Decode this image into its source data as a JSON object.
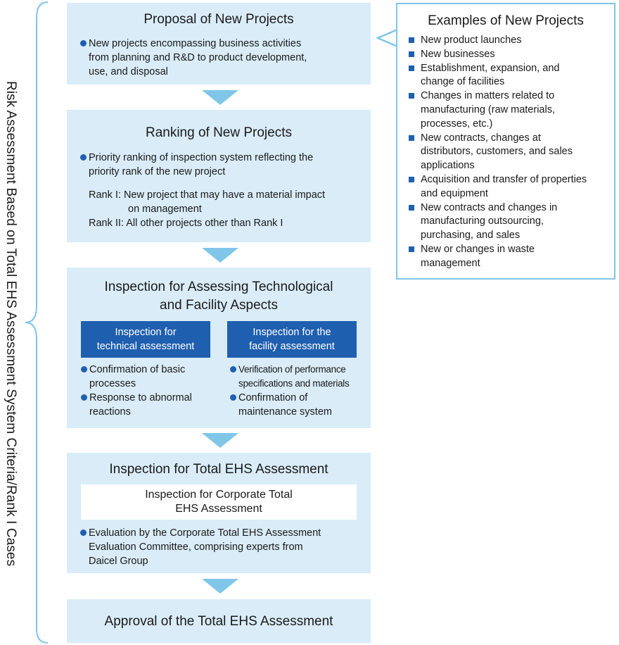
{
  "side_label": "Risk Assessment Based on Total EHS Assessment System Criteria/Rank I Cases",
  "proposal": {
    "title": "Proposal of New Projects",
    "bullet_lines": [
      "New projects encompassing business activities",
      "from planning and R&D to product development,",
      "use, and disposal"
    ]
  },
  "ranking": {
    "title": "Ranking of New Projects",
    "bullet_lines": [
      "Priority ranking of inspection system reflecting the",
      "priority rank of the new project"
    ],
    "rank1_lines": [
      "Rank I: New project that may have a material impact",
      "on management"
    ],
    "rank2": "Rank II: All other projects other than Rank I"
  },
  "inspection_tech": {
    "title_lines": [
      "Inspection for Assessing Technological",
      "and Facility Aspects"
    ],
    "technical": {
      "heading_lines": [
        "Inspection for",
        "technical assessment"
      ],
      "bullets": [
        [
          "Confirmation of basic",
          "processes"
        ],
        [
          "Response to abnormal",
          "reactions"
        ]
      ]
    },
    "facility": {
      "heading_lines": [
        "Inspection for the",
        "facility assessment"
      ],
      "bullets": [
        [
          "Verification of performance",
          "specifications and materials"
        ],
        [
          "Confirmation of",
          "maintenance system"
        ]
      ]
    }
  },
  "inspection_ehs": {
    "title": "Inspection for Total EHS Assessment",
    "corporate_lines": [
      "Inspection for Corporate Total",
      "EHS Assessment"
    ],
    "bullet_lines": [
      "Evaluation by the Corporate Total EHS Assessment",
      "Evaluation Committee, comprising experts from",
      "Daicel Group"
    ]
  },
  "approval": {
    "title": "Approval of the Total EHS Assessment"
  },
  "examples": {
    "title": "Examples of New Projects",
    "items": [
      [
        "New product launches"
      ],
      [
        "New businesses"
      ],
      [
        "Establishment, expansion, and",
        "change of facilities"
      ],
      [
        "Changes in matters related to",
        "manufacturing (raw materials,",
        "processes, etc.)"
      ],
      [
        "New contracts, changes at",
        "distributors, customers, and sales",
        "applications"
      ],
      [
        "Acquisition and transfer of properties",
        "and equipment"
      ],
      [
        "New contracts and changes in",
        "manufacturing outsourcing,",
        "purchasing, and sales"
      ],
      [
        "New or changes in waste",
        "management"
      ]
    ]
  },
  "colors": {
    "box_fill": "#d9ecf8",
    "accent_blue": "#1f5fb0",
    "arrow_light_blue": "#7fc6e8"
  }
}
